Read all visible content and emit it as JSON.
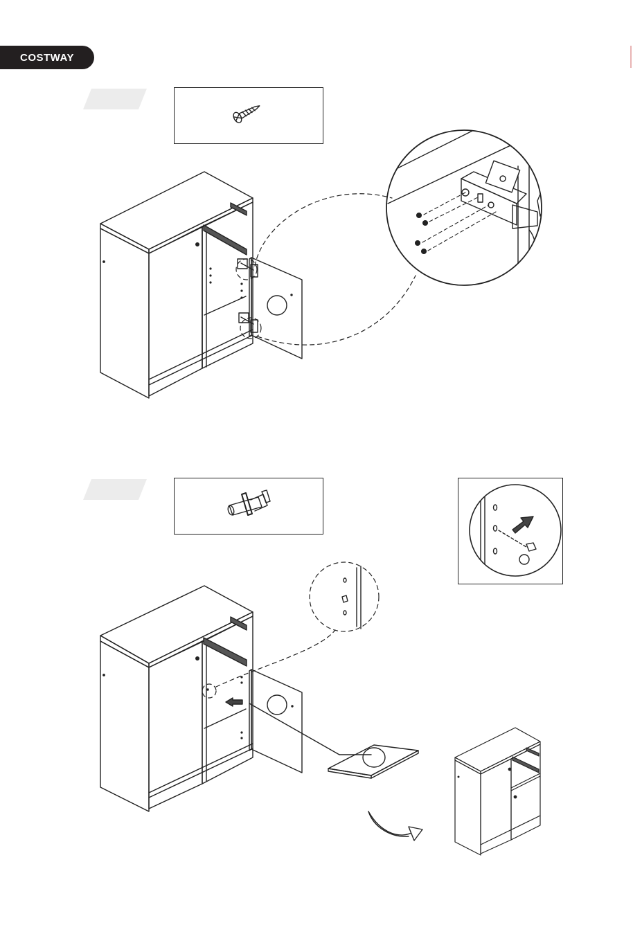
{
  "brand": {
    "name": "COSTWAY",
    "bg": "#231f20",
    "fg": "#ffffff"
  },
  "steps": [
    {
      "part": "screw-icon",
      "detail": "hinge-screw-zoom"
    },
    {
      "part": "shelf-pin-icon",
      "detail": "shelf-pin-zoom"
    }
  ]
}
